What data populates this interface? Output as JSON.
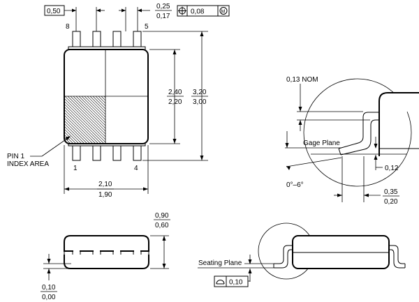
{
  "top_view": {
    "pitch": "0,50",
    "lead_width_max": "0,25",
    "lead_width_min": "0,17",
    "position_tolerance": "0,08",
    "modifier_symbol": "M",
    "pin8": "8",
    "pin5": "5",
    "pin1": "1",
    "pin4": "4",
    "pin1_label_line1": "PIN 1",
    "pin1_label_line2": "INDEX AREA",
    "body_length_max": "2,40",
    "body_length_min": "2,20",
    "overall_length_max": "3,20",
    "overall_length_min": "3,00",
    "body_width_max": "2,10",
    "body_width_min": "1,90"
  },
  "detail_view": {
    "lead_thickness": "0,13 NOM",
    "gage_plane_label": "Gage Plane",
    "gage_height": "0,12",
    "angle_range": "0°–6°",
    "foot_length_max": "0,35",
    "foot_length_min": "0,20"
  },
  "side_view": {
    "height_max": "0,90",
    "height_min": "0,60",
    "standoff_max": "0,10",
    "standoff_min": "0,00"
  },
  "seating_view": {
    "seating_plane_label": "Seating Plane",
    "coplanarity": "0,10"
  }
}
